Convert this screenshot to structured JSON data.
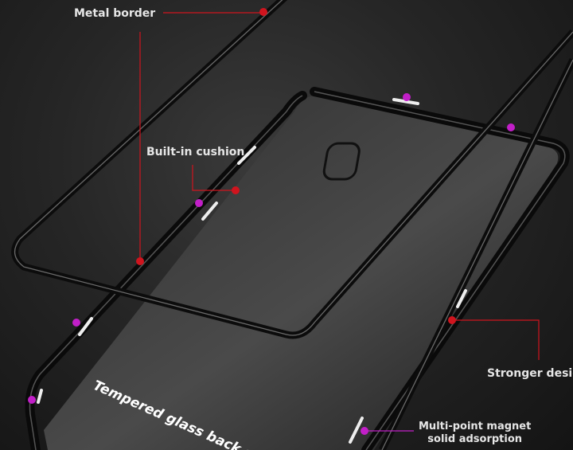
{
  "callouts": {
    "metal_border": "Metal border",
    "built_in_cushion": "Built-in cushion",
    "stronger_design": "Stronger design",
    "multi_point_magnet_line1": "Multi-point magnet",
    "multi_point_magnet_line2": "solid adsorption"
  },
  "product_text": "Tempered glass back sh",
  "colors": {
    "callout_red": "#d0141e",
    "magnet_marker": "#c21fc8",
    "background": "#262626"
  }
}
